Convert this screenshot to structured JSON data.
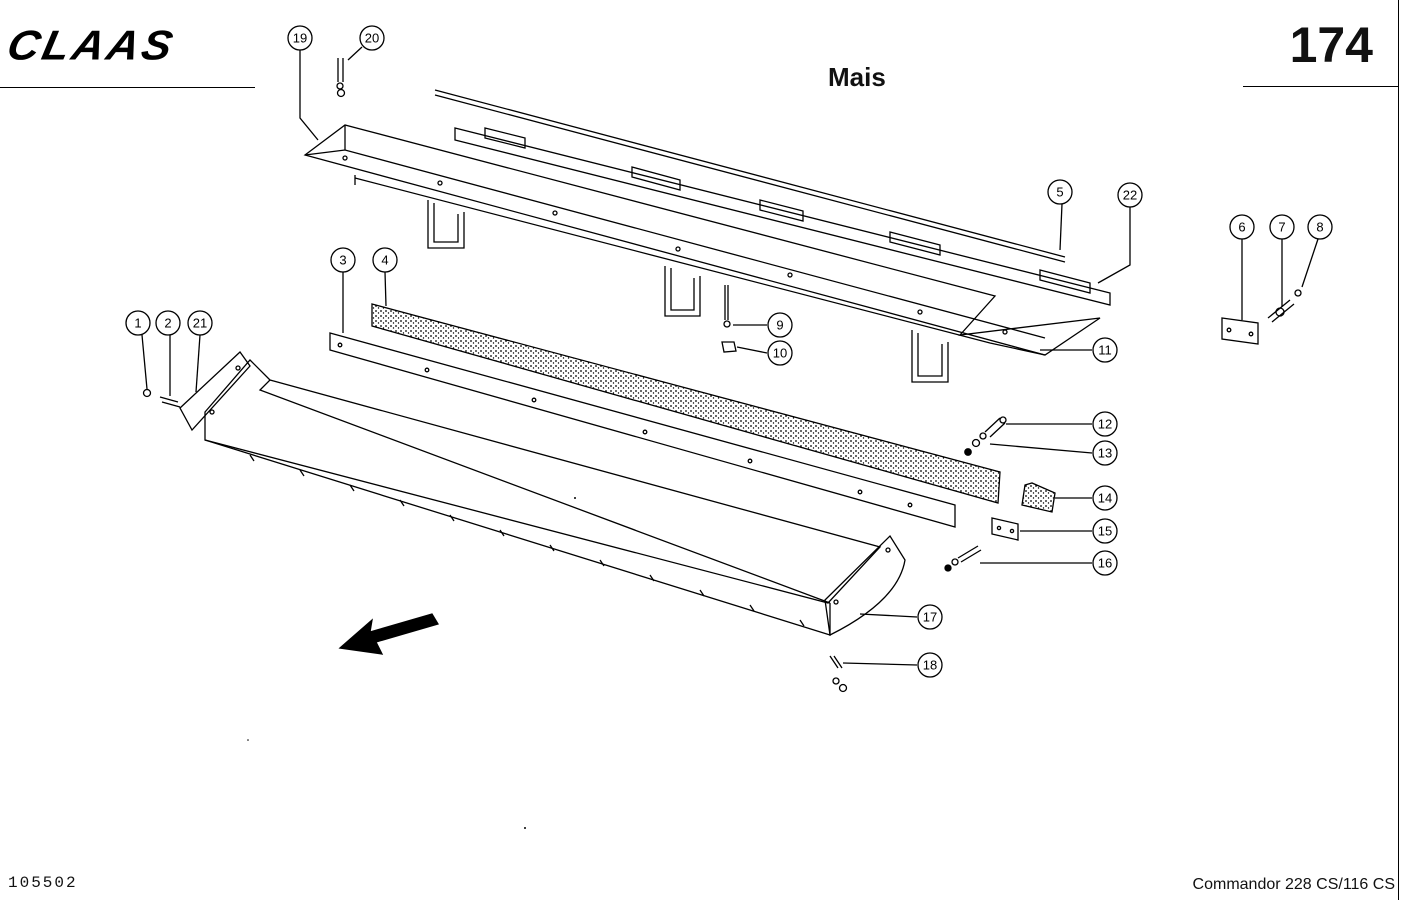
{
  "header": {
    "brand_logo": "CLAAS",
    "page_number": "174",
    "title": "Mais"
  },
  "footer": {
    "doc_number": "105502",
    "model": "Commandor 228 CS/116 CS"
  },
  "callouts": [
    "1",
    "2",
    "3",
    "4",
    "5",
    "6",
    "7",
    "8",
    "9",
    "10",
    "11",
    "12",
    "13",
    "14",
    "15",
    "16",
    "17",
    "18",
    "19",
    "20",
    "21",
    "22"
  ]
}
